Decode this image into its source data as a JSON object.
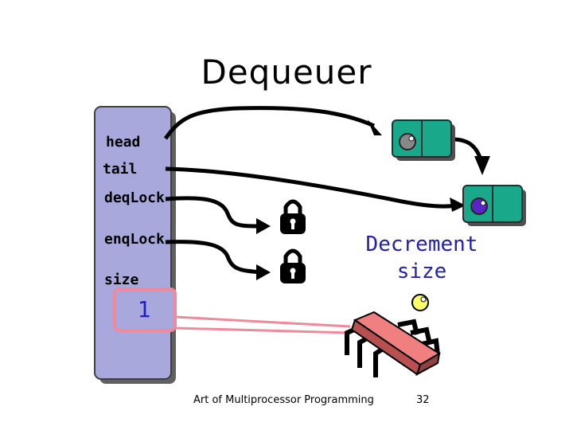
{
  "slide": {
    "title": "Dequeuer",
    "fields": [
      "head",
      "tail",
      "deqLock",
      "enqLock",
      "size"
    ],
    "size_value": "1",
    "annotation_line1": "Decrement",
    "annotation_line2": "size",
    "footer_text": "Art of Multiprocessor Programming",
    "page_number": "32"
  },
  "colors": {
    "object_box": "#a8a8dc",
    "node": "#1aa88a",
    "size_highlight": "#f08a9a",
    "thread_body": "#f08080",
    "decrement_text": "#1f1fb0"
  }
}
